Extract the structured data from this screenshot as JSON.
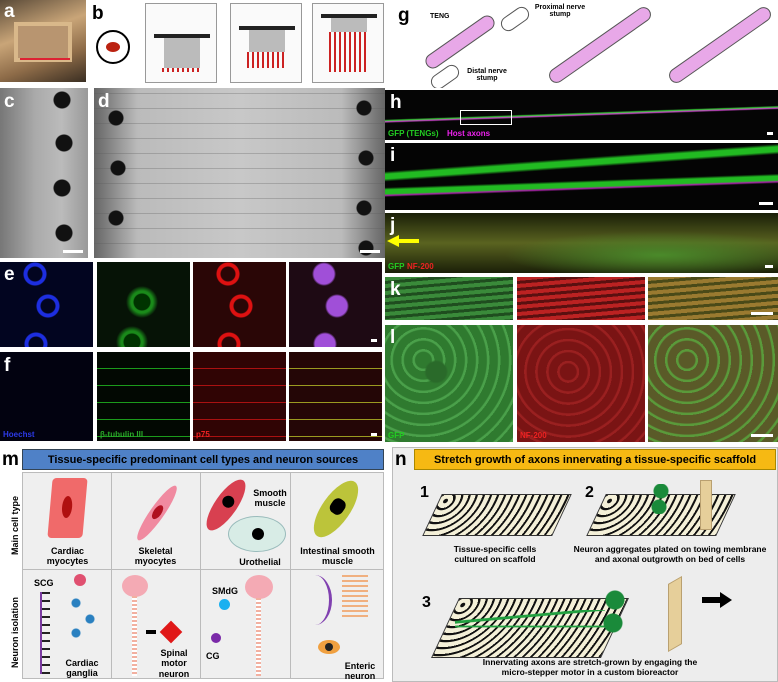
{
  "panels": {
    "a": "a",
    "b": "b",
    "c": "c",
    "d": "d",
    "e": "e",
    "f": "f",
    "g": "g",
    "h": "h",
    "i": "i",
    "j": "j",
    "k": "k",
    "l": "l",
    "m": "m",
    "n": "n"
  },
  "g": {
    "teng": "TENG",
    "proximal": "Proximal nerve stump",
    "distal": "Distal nerve stump"
  },
  "h": {
    "green_label": "GFP (TENGs)",
    "magenta_label": "Host axons"
  },
  "ef": {
    "hoechst": "Hoechst",
    "btub": "β-tubulin III",
    "p75": "p75"
  },
  "j": {
    "gfp": "GFP",
    "nf": "NF-200"
  },
  "l": {
    "gfp": "GFP",
    "nf": "NF-200"
  },
  "m": {
    "header": "Tissue-specific predominant cell types and neuron sources",
    "row_labels": [
      "Main cell type",
      "Neuron isolation"
    ],
    "cell_types": [
      "Cardiac myocytes",
      "Skeletal myocytes",
      "Smooth muscle",
      "Urothelial",
      "Intestinal smooth muscle"
    ],
    "neuron_labels": [
      "SCG",
      "Cardiac ganglia",
      "Spinal motor neuron",
      "SMdG",
      "CG",
      "Enteric neuron"
    ],
    "header_color": "#4f81c7"
  },
  "n": {
    "header": "Stretch growth of axons innervating a tissue-specific scaffold",
    "steps": [
      "1",
      "2",
      "3"
    ],
    "captions": [
      "Tissue-specific cells cultured on scaffold",
      "Neuron aggregates plated on towing membrane and axonal outgrowth on bed of cells",
      "Innervating axons are stretch-grown by engaging the micro-stepper motor in a custom bioreactor"
    ],
    "header_color": "#f6b913"
  }
}
